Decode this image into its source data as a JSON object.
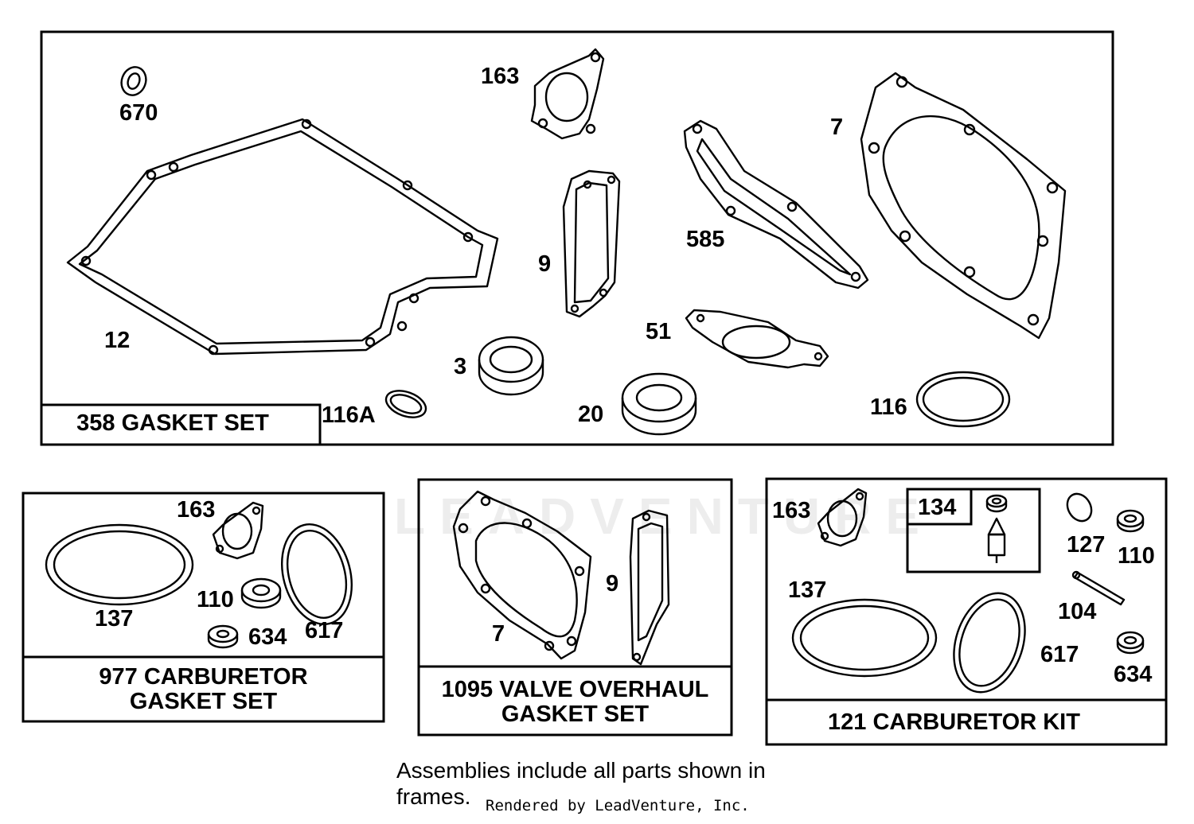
{
  "watermark": "LEADVENTURE",
  "frames": {
    "gasket_set": "358 GASKET SET",
    "carb_gasket_set": [
      "977 CARBURETOR",
      "GASKET SET"
    ],
    "valve_overhaul": [
      "1095 VALVE OVERHAUL",
      "GASKET SET"
    ],
    "carb_kit": "121 CARBURETOR KIT",
    "sub_frame_134": "134"
  },
  "callouts": {
    "p670": "670",
    "p163a": "163",
    "p7a": "7",
    "p9a": "9",
    "p585": "585",
    "p12": "12",
    "p51": "51",
    "p3": "3",
    "p116a": "116A",
    "p20": "20",
    "p116": "116",
    "p163b": "163",
    "p137a": "137",
    "p110a": "110",
    "p634a": "634",
    "p617a": "617",
    "p9b": "9",
    "p7b": "7",
    "p163c": "163",
    "p127": "127",
    "p110b": "110",
    "p137b": "137",
    "p104": "104",
    "p617b": "617",
    "p634b": "634"
  },
  "footer": {
    "note_line1": "Assemblies include all parts shown in",
    "note_line2": "frames.",
    "credit": "Rendered by LeadVenture, Inc."
  }
}
